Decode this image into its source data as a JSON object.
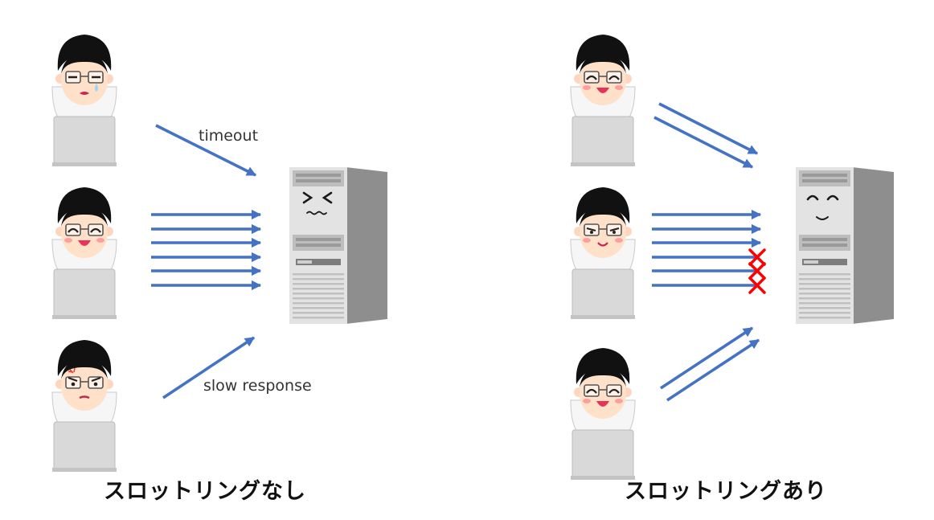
{
  "panels": {
    "without": {
      "caption": "スロットリングなし",
      "label_timeout": "timeout",
      "label_slow": "slow response"
    },
    "with": {
      "caption": "スロットリングあり"
    }
  },
  "colors": {
    "arrow": "#4472c4",
    "reject_mark": "#ff0000",
    "server_light": "#e6e6e6",
    "server_mid": "#b5b5b5",
    "server_dark": "#8e8e8e",
    "laptop": "#d8d8d8",
    "hair": "#111111",
    "skin": "#ffe0c8",
    "cheek": "#ff9e9e",
    "mouth": "#e8325a"
  },
  "icons": {
    "user": "user-at-laptop-icon",
    "server": "tower-server-icon",
    "reject": "red-x-icon"
  }
}
